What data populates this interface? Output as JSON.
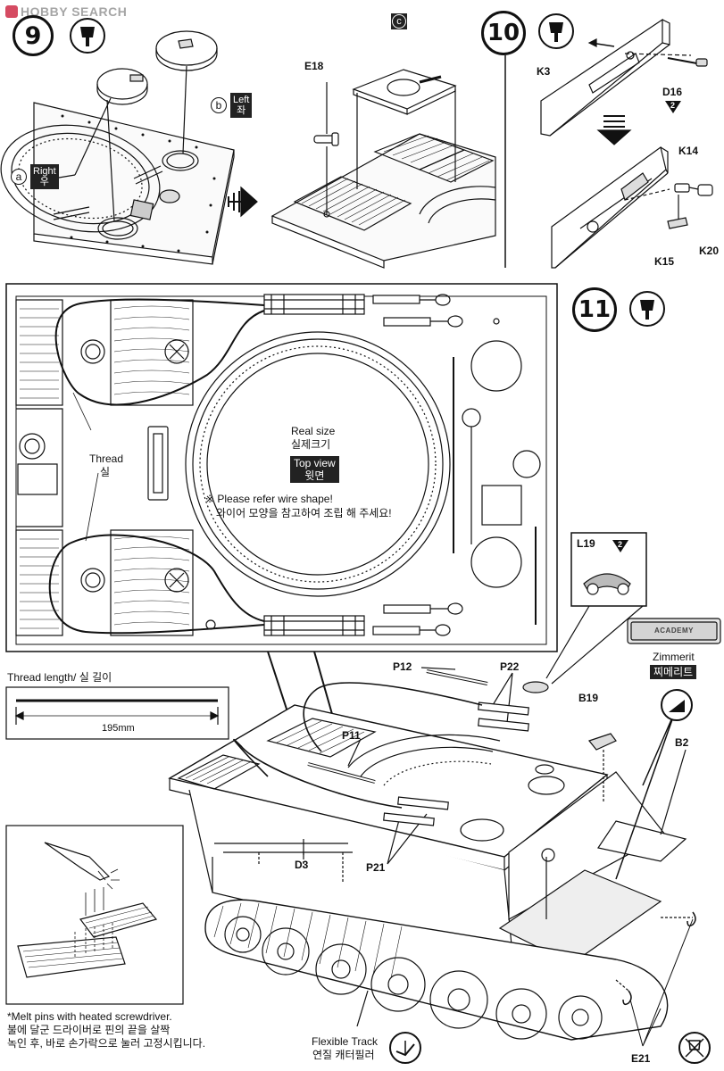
{
  "header": {
    "logo_text": "HOBBY SEARCH",
    "logo_color": "#c8102e"
  },
  "step9": {
    "number": "9",
    "right_marker": "a",
    "right_label": "Right",
    "right_label_ko": "우",
    "left_marker": "b",
    "left_label": "Left",
    "left_label_ko": "좌",
    "part_c_marker": "c",
    "part_e18": "E18"
  },
  "step10": {
    "number": "10",
    "parts": [
      "K3",
      "D16",
      "K14",
      "K15",
      "K20"
    ],
    "d16_badge": "2"
  },
  "step11": {
    "number": "11",
    "real_size": "Real size",
    "real_size_ko": "실제크기",
    "top_view": "Top view",
    "top_view_ko": "윗면",
    "thread": "Thread",
    "thread_ko": "실",
    "note": "※ Please refer wire shape!",
    "note_ko": "와이어 모양을 참고하여 조립 해 주세요!",
    "thread_length_label": "Thread  length/ 실 길이",
    "thread_length_value": "195mm",
    "l19": "L19",
    "l19_badge": "2",
    "tool_brand": "ACADEMY",
    "zimmerit": "Zimmerit",
    "zimmerit_ko": "찌메리트",
    "parts": {
      "p12": "P12",
      "p22": "P22",
      "p11": "P11",
      "p21": "P21",
      "d3": "D3",
      "b19": "B19",
      "b2": "B2",
      "e21": "E21"
    },
    "melt_note": "*Melt pins with heated screwdriver.",
    "melt_note_ko_1": "불에 달군 드라이버로 핀의 끝을 살짝",
    "melt_note_ko_2": "녹인 후, 바로 손가락으로 눌러 고정시킵니다.",
    "flexible_track": "Flexible Track",
    "flexible_track_ko": "연질 캐터필러"
  }
}
